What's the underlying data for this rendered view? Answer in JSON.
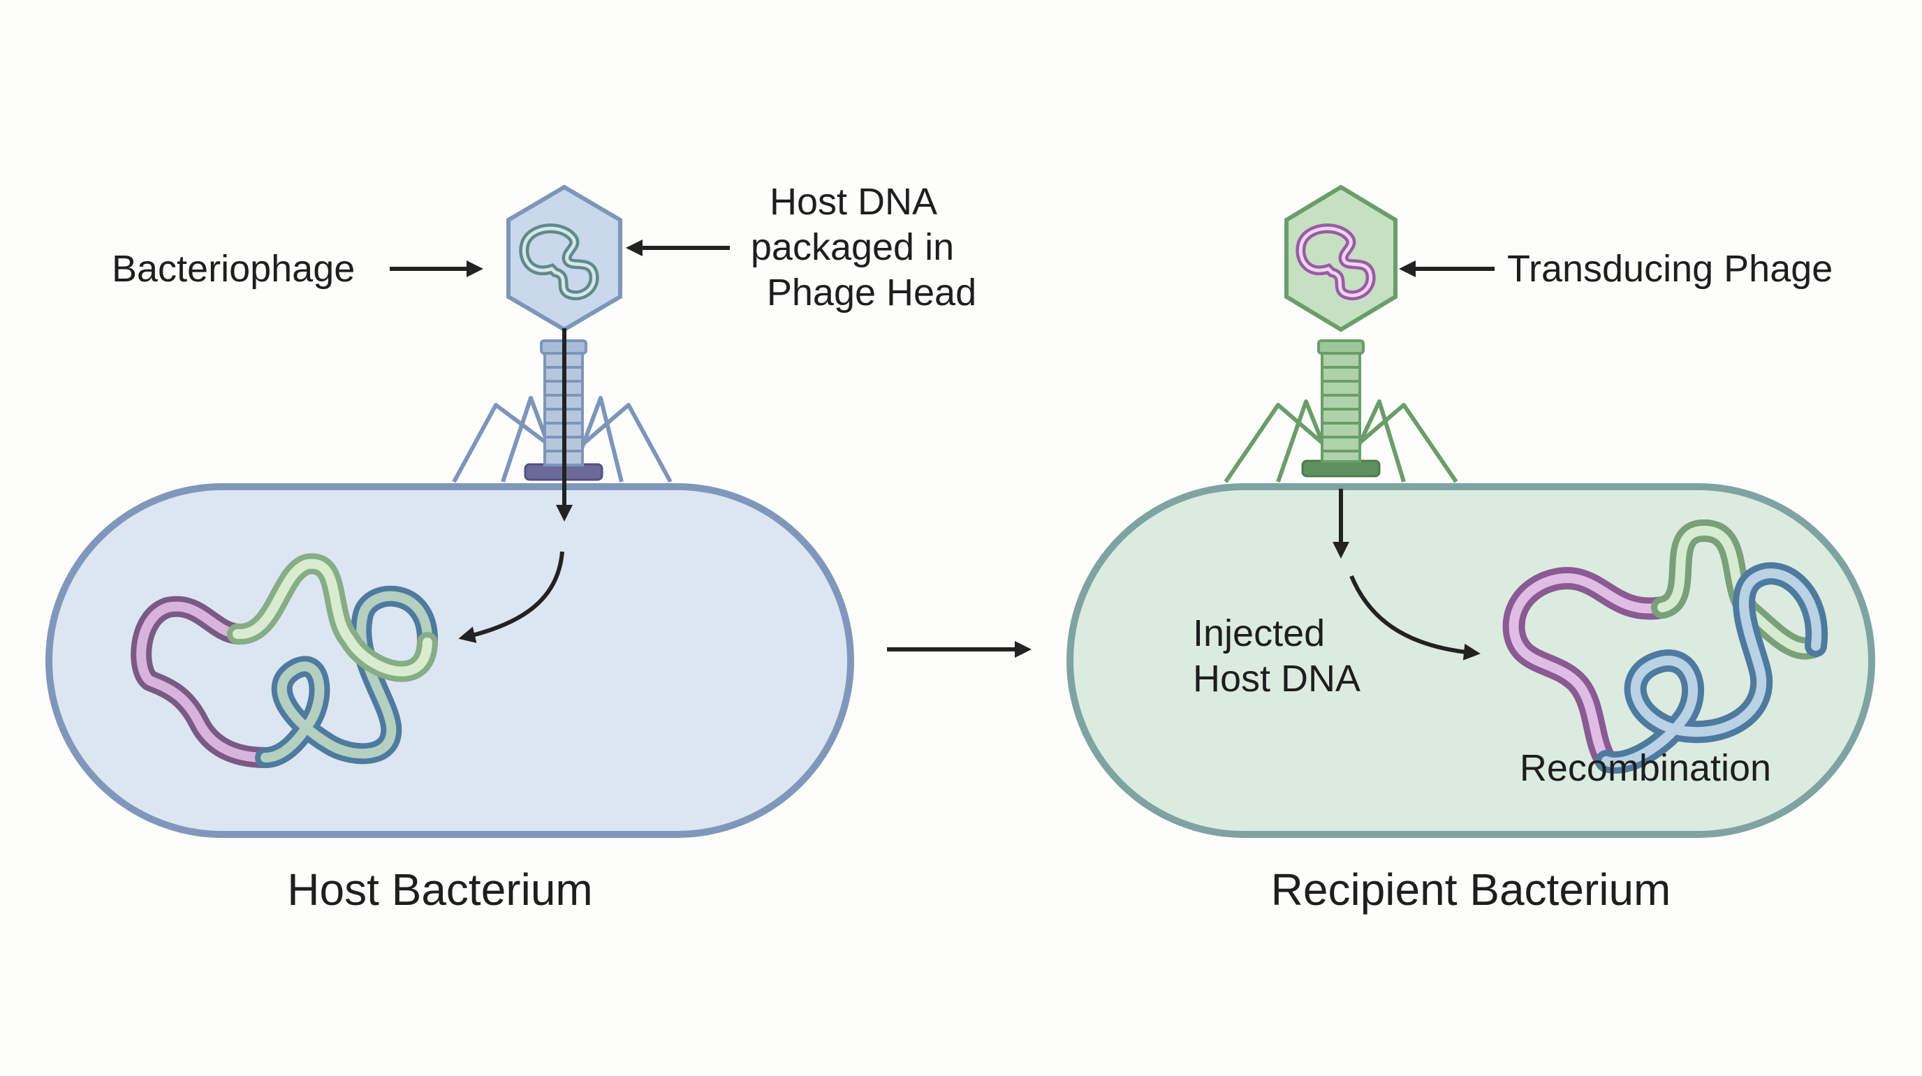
{
  "labels": {
    "bacteriophage": "Bacteriophage",
    "host_dna_packaged": [
      "Host DNA",
      "packaged in",
      "Phage Head"
    ],
    "transducing_phage": "Transducing Phage",
    "injected_host_dna": [
      "Injected",
      "Host DNA"
    ],
    "recombination": "Recombination",
    "host_bacterium": "Host Bacterium",
    "recipient_bacterium": "Recipient Bacterium"
  },
  "colors": {
    "host_cell_fill": "#dce6f3",
    "host_cell_stroke": "#8097bb",
    "recipient_cell_fill": "#dcebe0",
    "recipient_cell_stroke": "#7fa3a0",
    "phage_blue": "#7d95b8",
    "phage_blue_fill": "#c9d8ea",
    "phage_green": "#6a9d6a",
    "phage_green_fill": "#c6e0c2",
    "dna_green": "#a9cc9e",
    "dna_purple": "#b07cb5",
    "dna_blue": "#6a93b6",
    "arrow": "#222222"
  }
}
